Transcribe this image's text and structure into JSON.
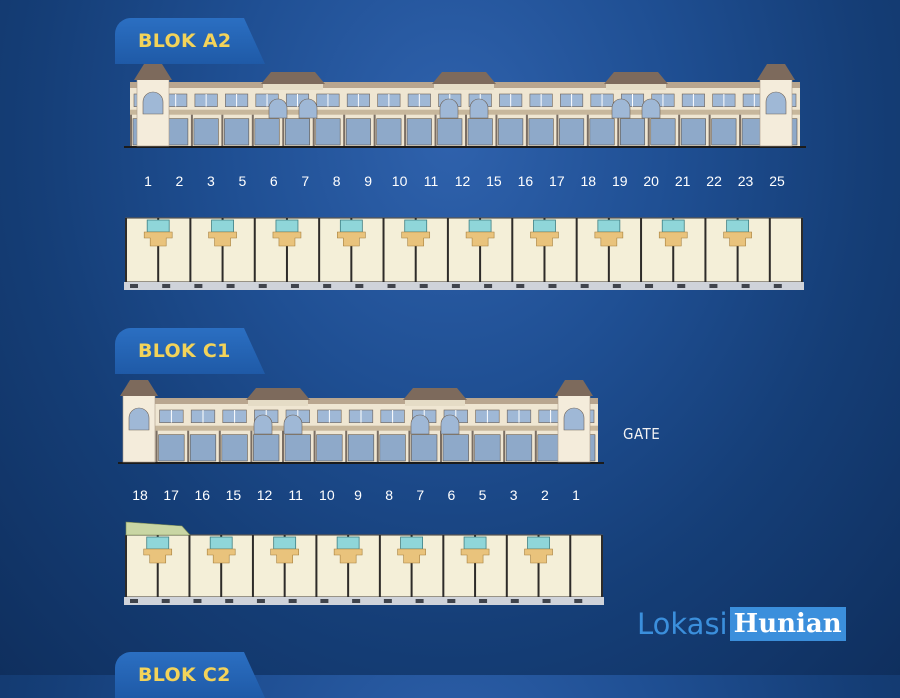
{
  "blocks": [
    {
      "label": "BLOK A2",
      "units": [
        "1",
        "2",
        "3",
        "5",
        "6",
        "7",
        "8",
        "9",
        "10",
        "11",
        "12",
        "15",
        "16",
        "17",
        "18",
        "19",
        "20",
        "21",
        "22",
        "23",
        "25"
      ]
    },
    {
      "label": "BLOK C1",
      "units": [
        "18",
        "17",
        "16",
        "15",
        "12",
        "11",
        "10",
        "9",
        "8",
        "7",
        "6",
        "5",
        "3",
        "2",
        "1"
      ],
      "gate_label": "GATE"
    },
    {
      "label": "BLOK C2"
    }
  ],
  "watermark": {
    "part1": "Lokasi",
    "part2": "Hunian"
  },
  "colors": {
    "tab_fill": "#2b6fc2",
    "tab_text": "#f3d35a",
    "building_wall": "#efe6d2",
    "roof": "#7d6a5c",
    "glass": "#9fb8d6",
    "plan_fill": "#f4efd8",
    "brand": "#3b8fdc"
  }
}
